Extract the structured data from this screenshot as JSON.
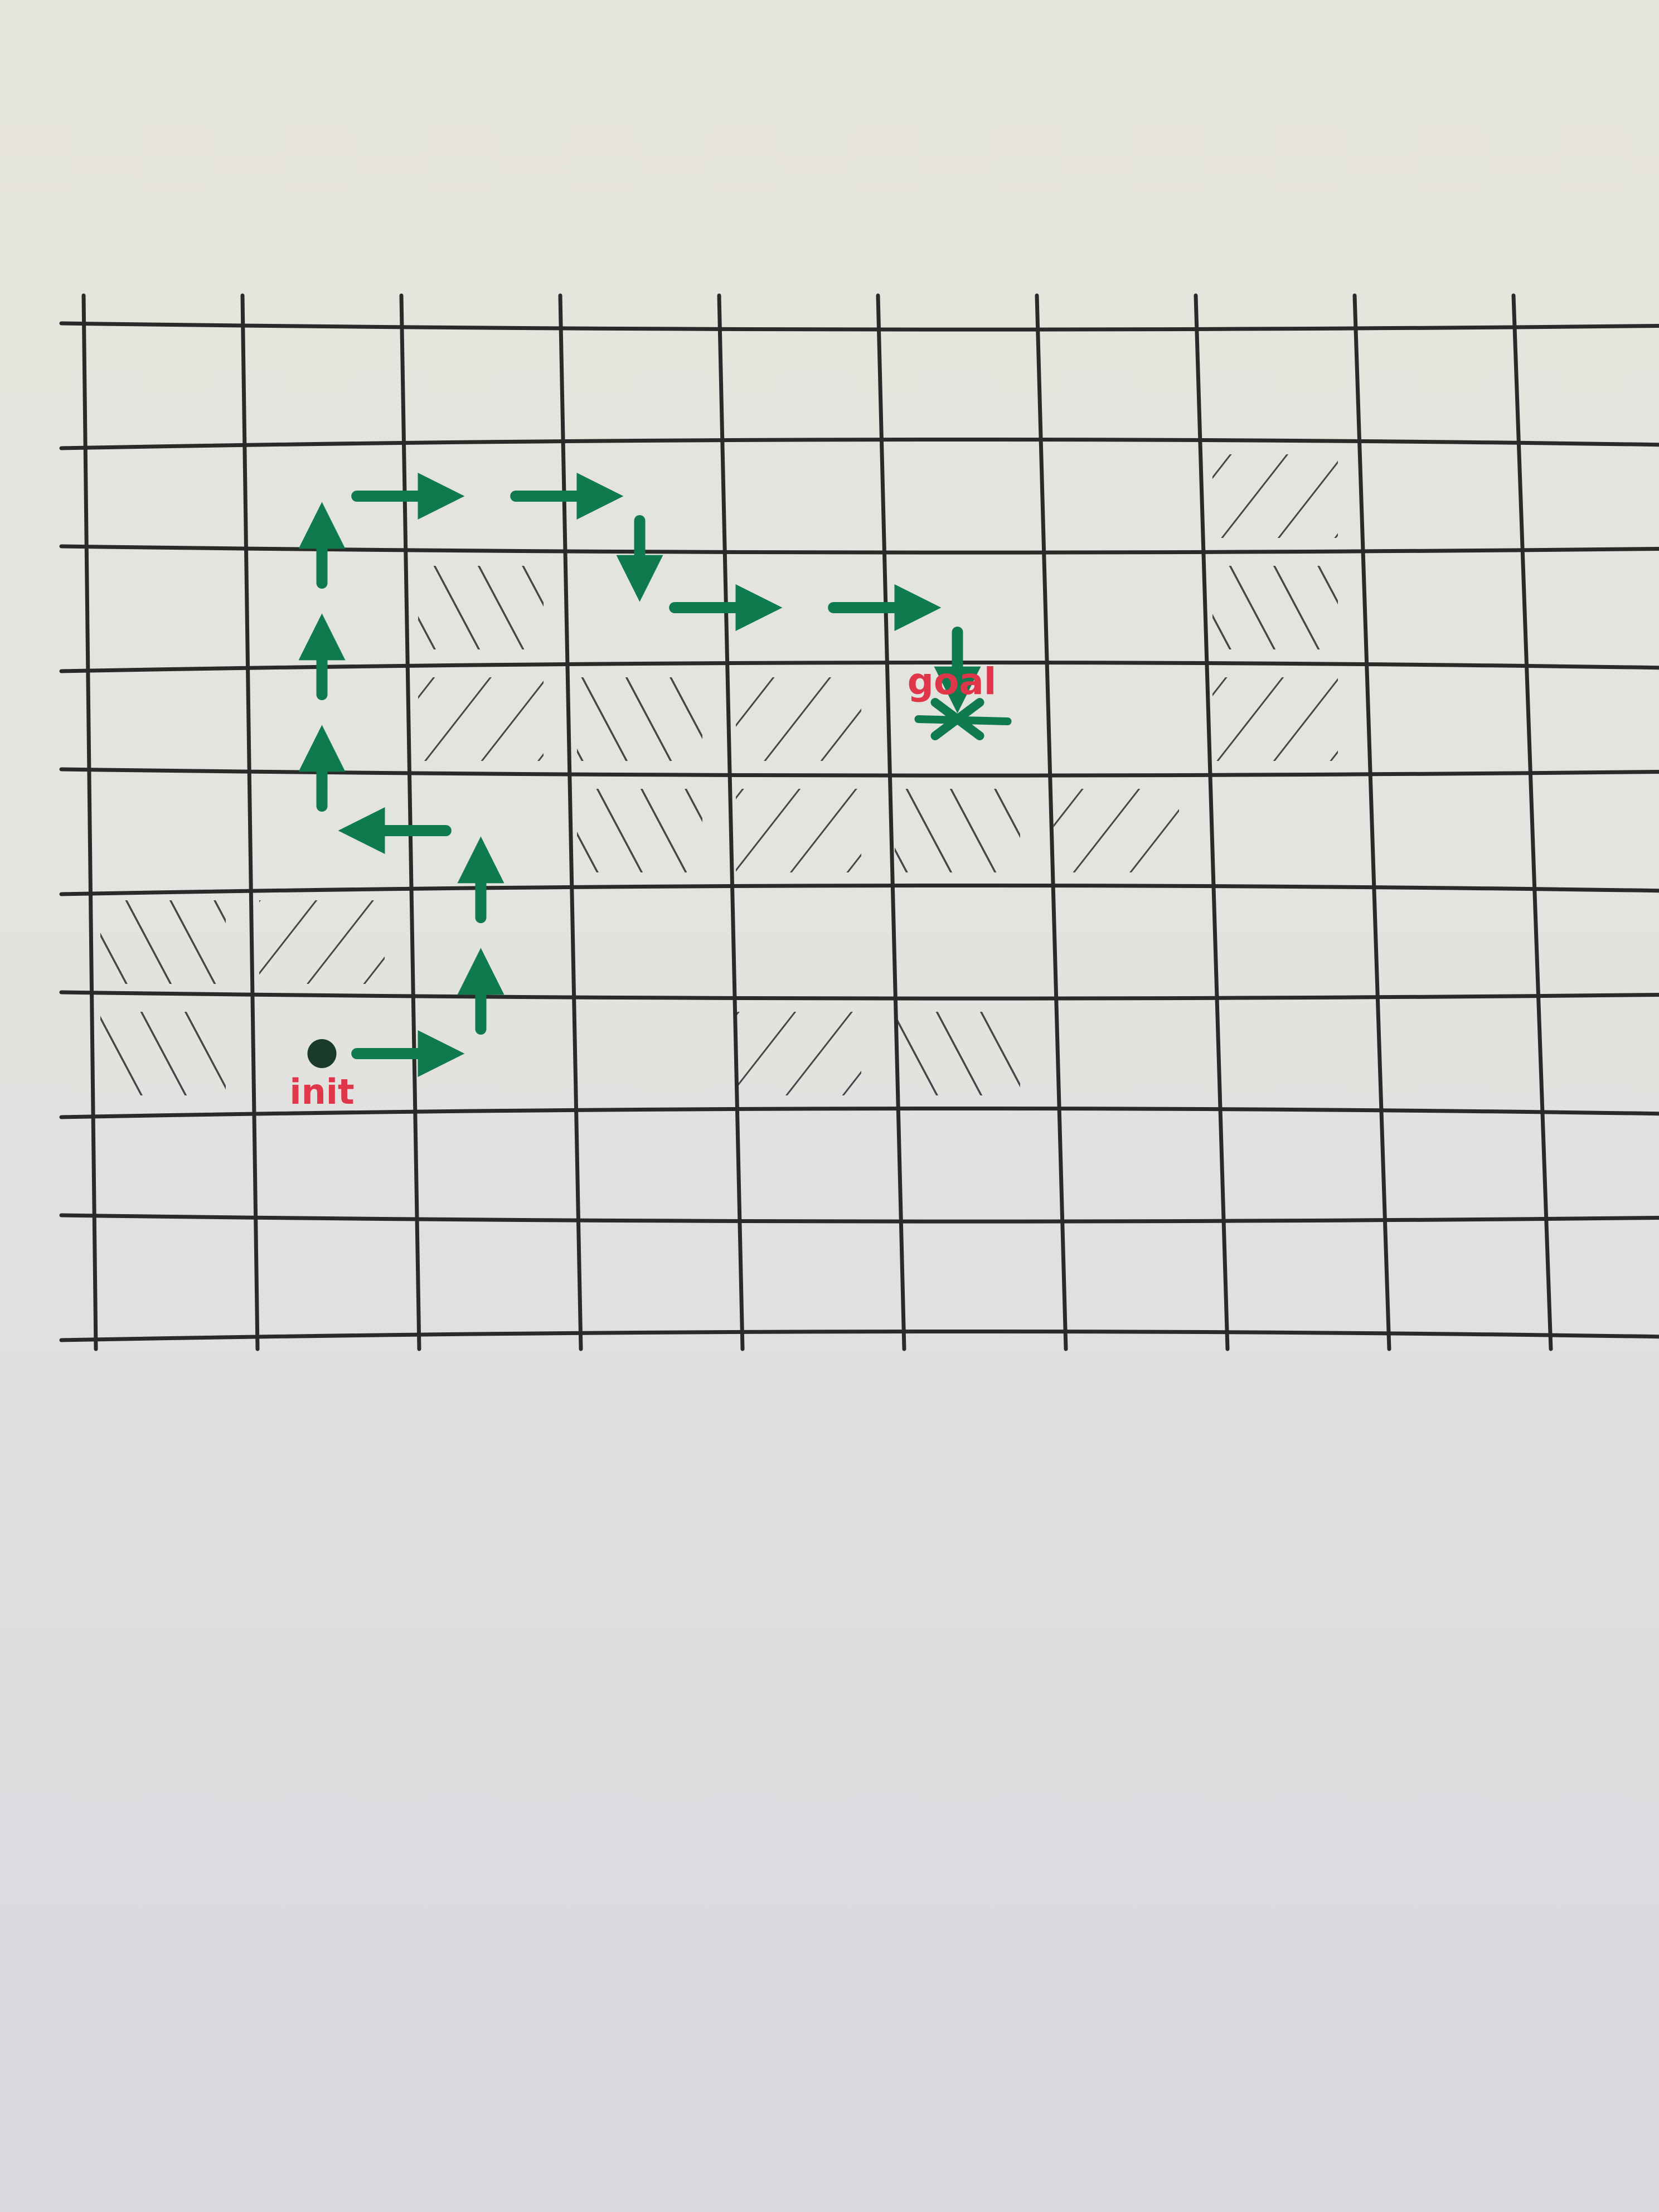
{
  "sheet": {
    "paper_color": "#e4e4de",
    "ink_color": "#2a2a2a",
    "path_color": "#0e7a4e",
    "label_color": "#e0364a"
  },
  "grid": {
    "columns": 10,
    "rows": 9,
    "obstacle_cells": [
      {
        "col": 7,
        "row": 1
      },
      {
        "col": 7,
        "row": 2
      },
      {
        "col": 7,
        "row": 3
      },
      {
        "col": 2,
        "row": 2
      },
      {
        "col": 2,
        "row": 3
      },
      {
        "col": 3,
        "row": 3
      },
      {
        "col": 4,
        "row": 3
      },
      {
        "col": 3,
        "row": 4
      },
      {
        "col": 4,
        "row": 4
      },
      {
        "col": 5,
        "row": 4
      },
      {
        "col": 6,
        "row": 4
      },
      {
        "col": 0,
        "row": 5
      },
      {
        "col": 1,
        "row": 5
      },
      {
        "col": 0,
        "row": 6
      },
      {
        "col": 4,
        "row": 6
      },
      {
        "col": 5,
        "row": 6
      }
    ]
  },
  "labels": {
    "start": "init",
    "goal": "goal"
  },
  "legend": {
    "start_marker_icon": "filled-dot-icon",
    "goal_marker_icon": "cross-icon",
    "path_icon": "arrow-icon"
  },
  "path": {
    "start_cell": {
      "col": 1,
      "row": 6
    },
    "goal_cell": {
      "col": 5,
      "row": 3
    },
    "moves": [
      "right",
      "up",
      "up",
      "left",
      "up",
      "up",
      "up",
      "right",
      "right",
      "down",
      "right",
      "right",
      "down"
    ]
  }
}
